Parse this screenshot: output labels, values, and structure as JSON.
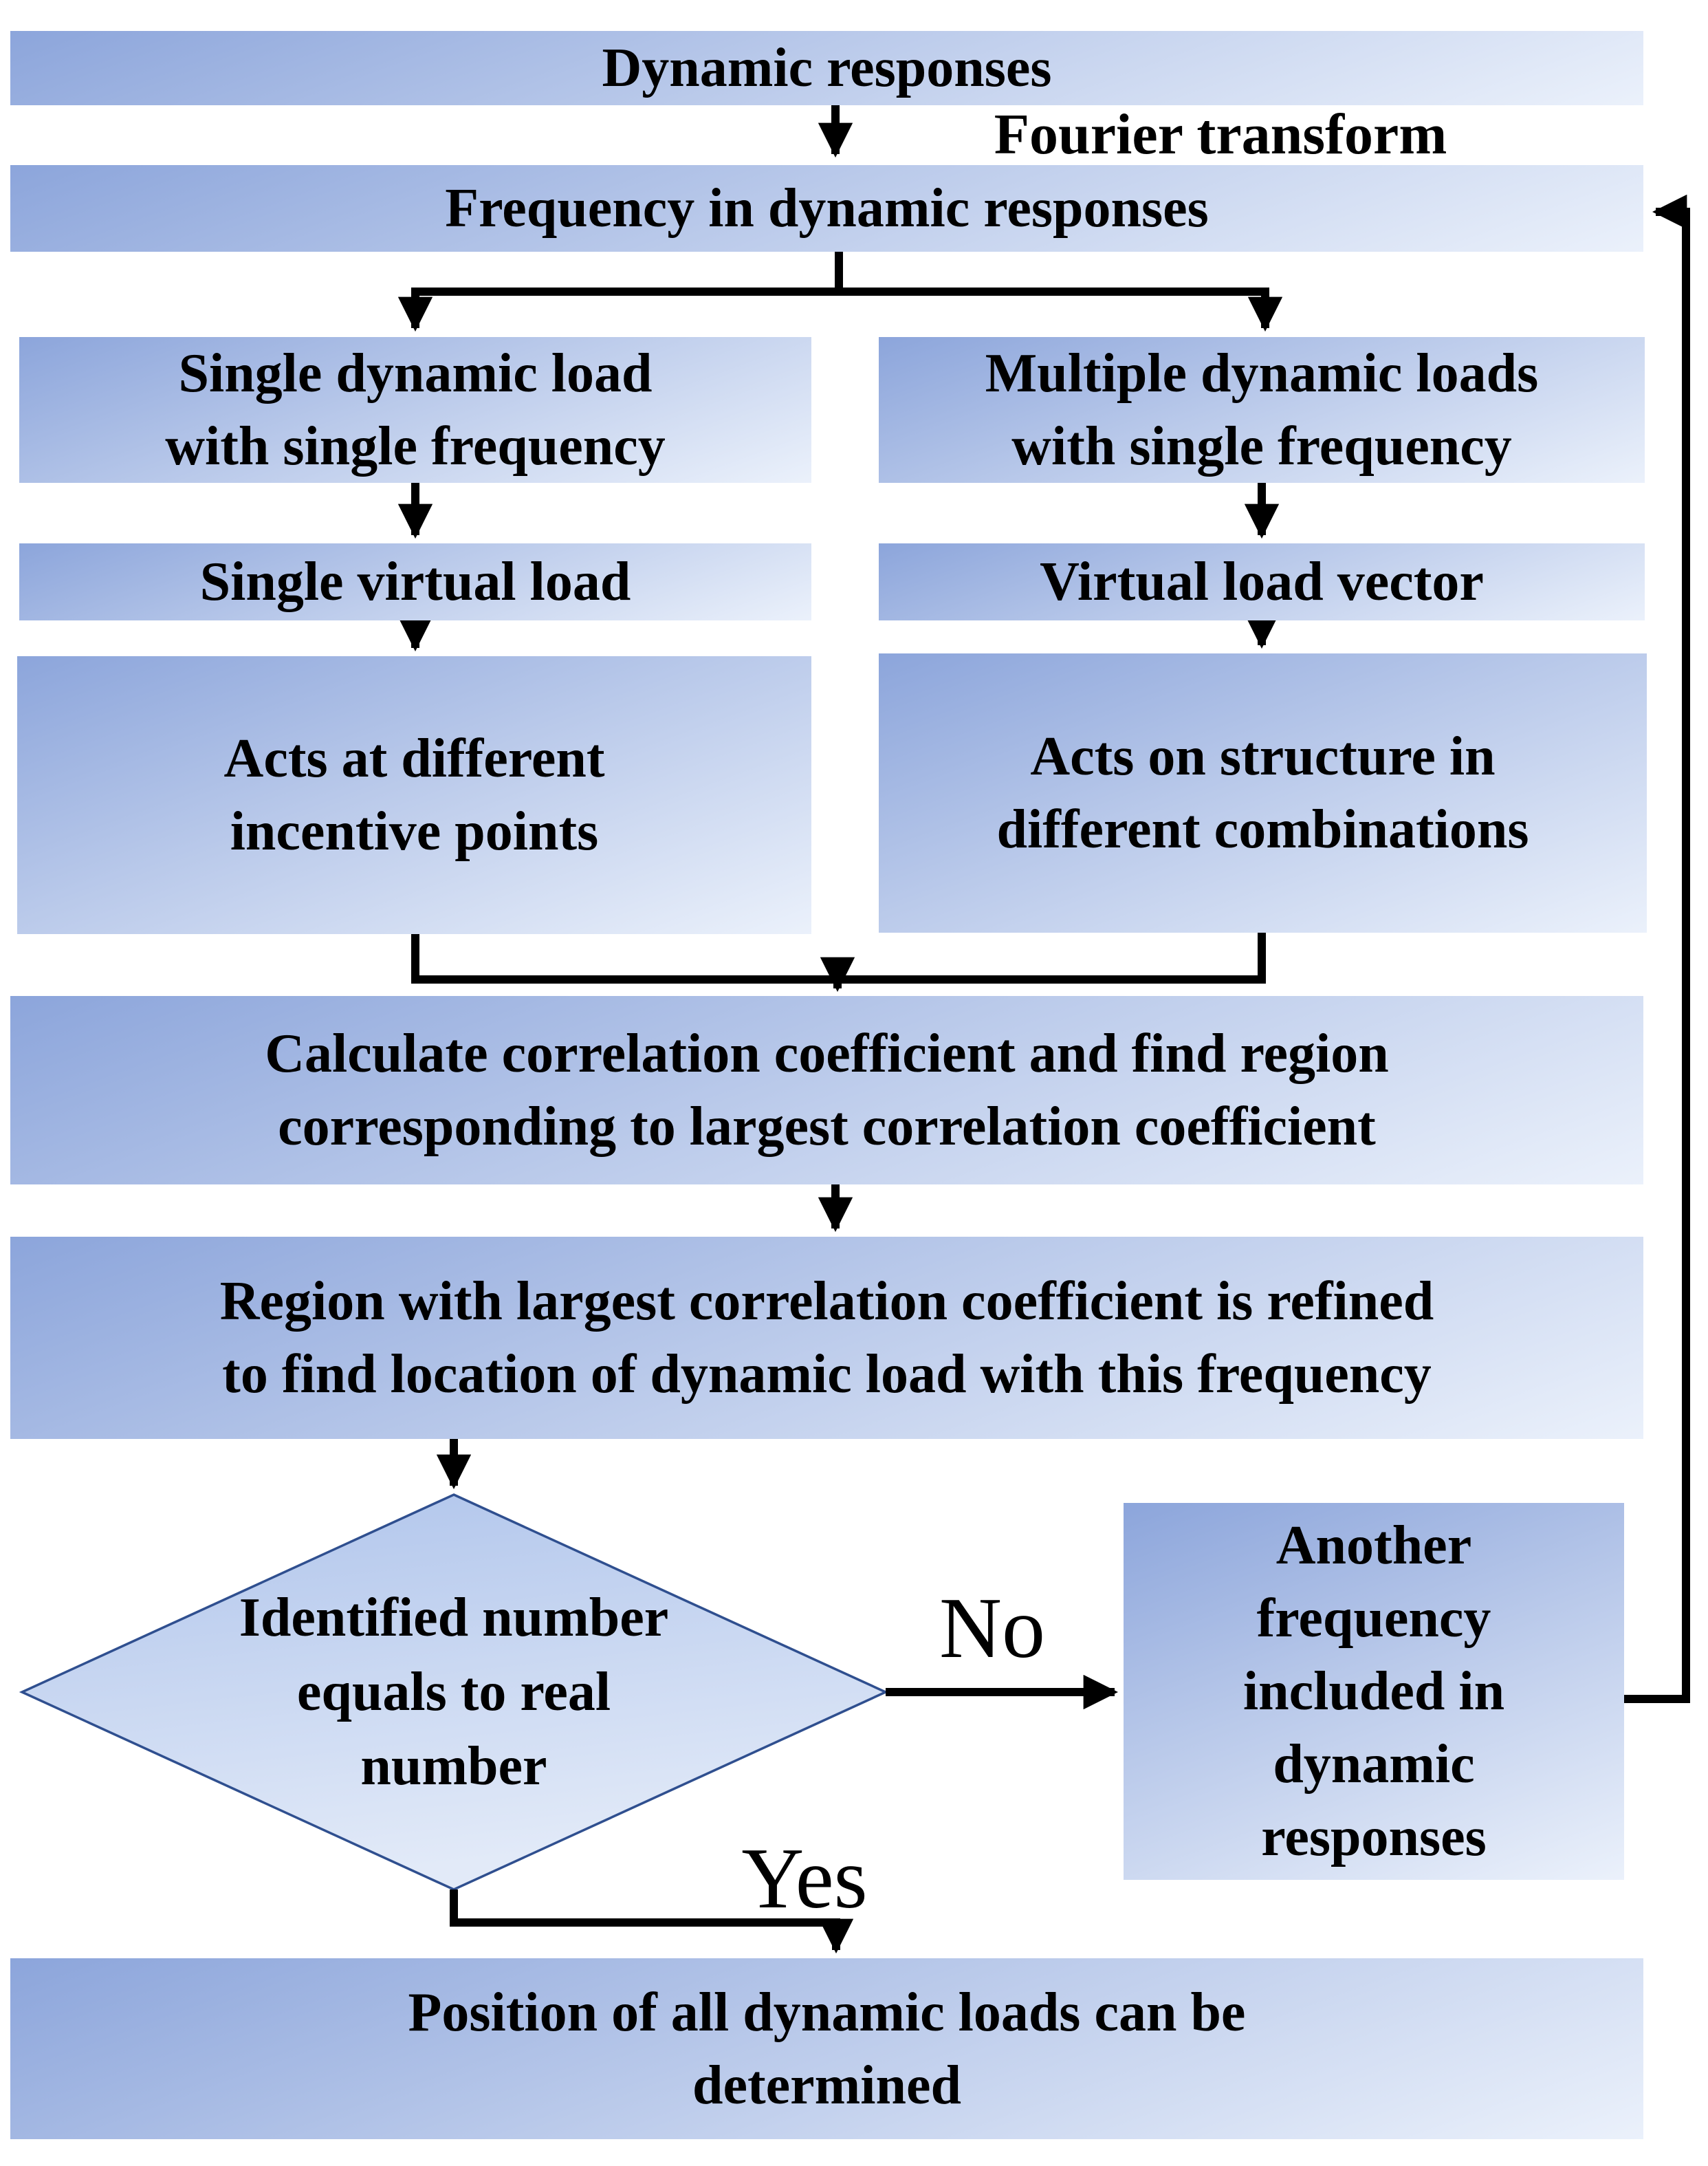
{
  "colors": {
    "box_grad_start": "#8CA5DB",
    "box_grad_mid": "#B9C9EA",
    "box_grad_end": "#EBF1FB",
    "diamond_fill_start": "#AFC4EB",
    "diamond_fill_end": "#E2EAF8",
    "diamond_border": "#2F4F8F",
    "line_color": "#000000",
    "text_color": "#000000",
    "background": "#FFFFFF"
  },
  "nodes": {
    "dynamic_responses": {
      "lines": [
        "Dynamic responses"
      ]
    },
    "frequency_in_dynamic_responses": {
      "lines": [
        "Frequency in dynamic responses"
      ]
    },
    "single_dynamic_load": {
      "lines": [
        "Single dynamic load",
        "with single frequency"
      ]
    },
    "multiple_dynamic_loads": {
      "lines": [
        "Multiple dynamic loads",
        "with single frequency"
      ]
    },
    "single_virtual_load": {
      "lines": [
        "Single virtual load"
      ]
    },
    "virtual_load_vector": {
      "lines": [
        "Virtual load vector"
      ]
    },
    "acts_at_incentive_points": {
      "lines": [
        "Acts at different",
        "incentive points"
      ]
    },
    "acts_on_structure": {
      "lines": [
        "Acts on structure in",
        "different combinations"
      ]
    },
    "calculate_correlation": {
      "lines": [
        "Calculate correlation coefficient and find region",
        "corresponding to largest correlation coefficient"
      ]
    },
    "region_refined": {
      "lines": [
        "Region with largest correlation coefficient is refined",
        "to find location of dynamic load with this frequency"
      ]
    },
    "identified_number_decision": {
      "lines": [
        "Identified number",
        "equals to real",
        "number"
      ]
    },
    "another_frequency": {
      "lines": [
        "Another",
        "frequency",
        "included in",
        "dynamic",
        "responses"
      ]
    },
    "position_determined": {
      "lines": [
        "Position of all dynamic loads can be",
        "determined"
      ]
    }
  },
  "edge_labels": {
    "fourier": "Fourier transform",
    "no": "No",
    "yes": "Yes"
  }
}
